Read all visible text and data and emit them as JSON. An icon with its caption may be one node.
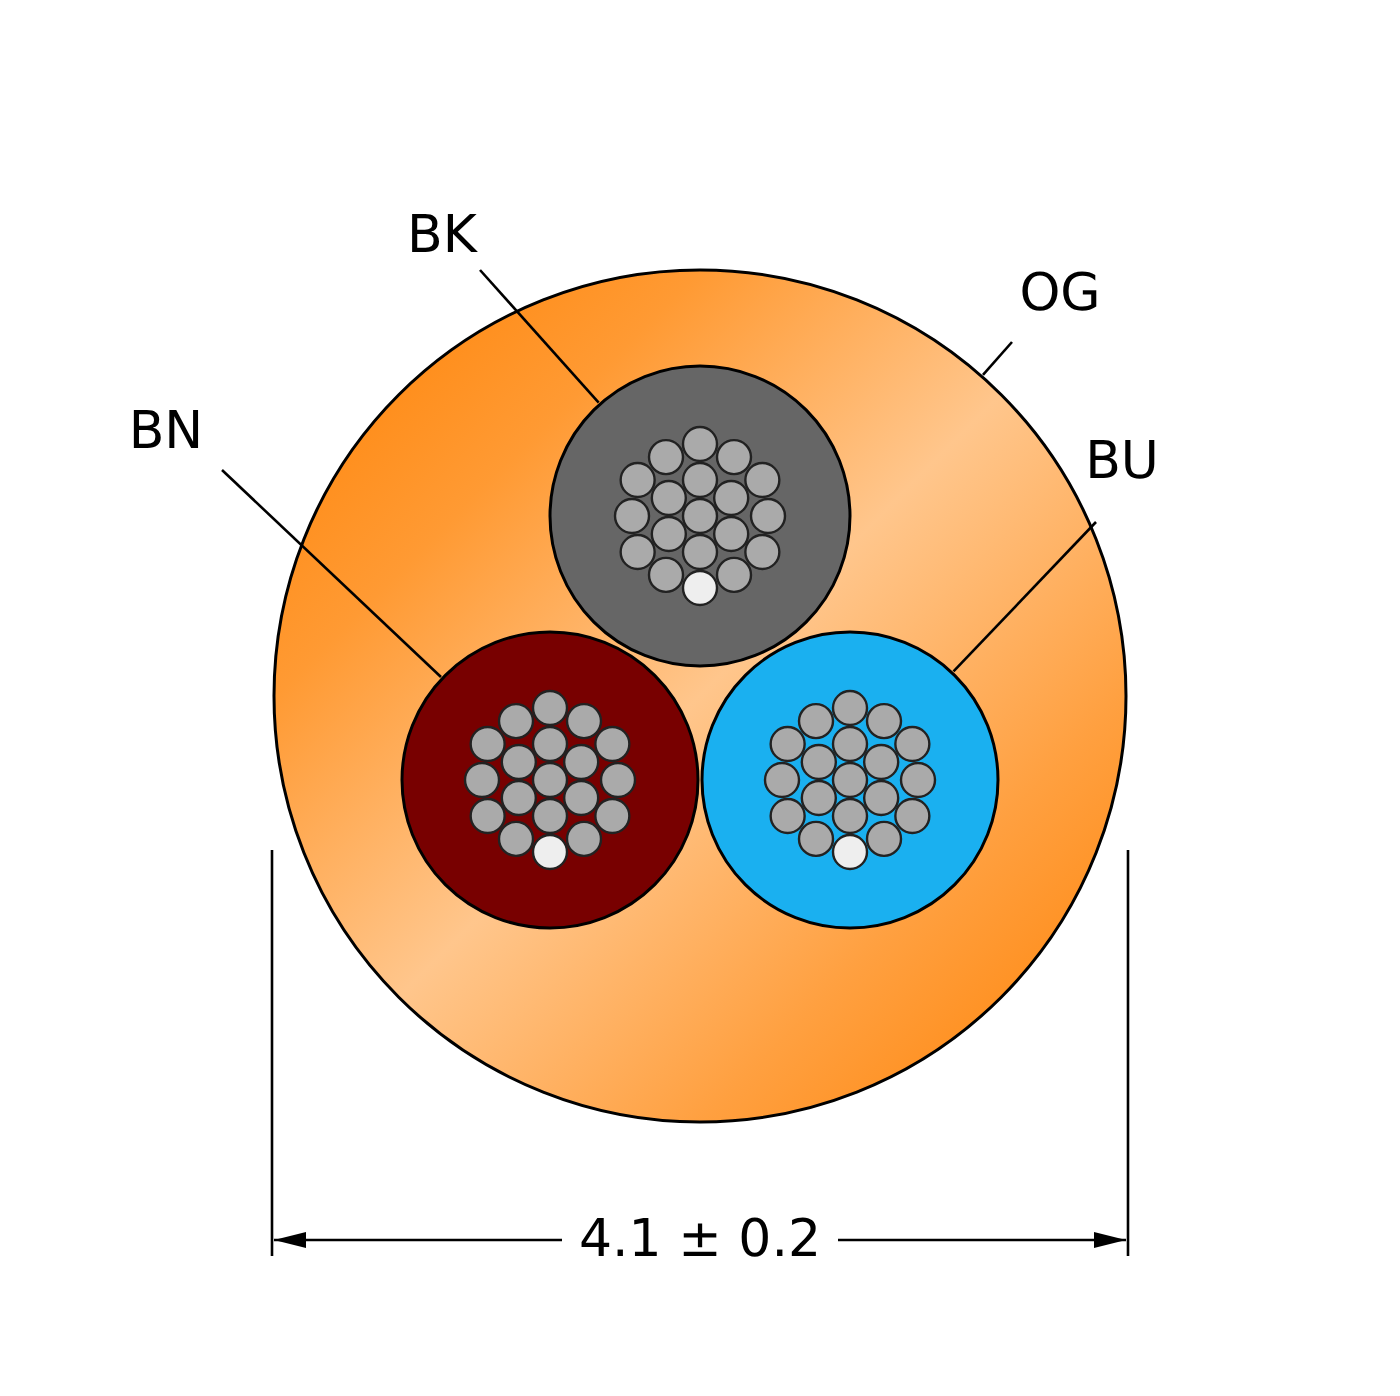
{
  "diagram": {
    "nodes": [
      {
        "text": [
          "BK"
        ]
      },
      {
        "text": [
          "OG"
        ]
      },
      {
        "text": [
          "BN"
        ]
      },
      {
        "text": [
          "BU"
        ]
      },
      {
        "text": [],
        "shape": "circle"
      },
      {
        "text": [],
        "shape": "circle",
        "in": 4
      },
      {
        "text": [],
        "shape": "circle",
        "in": 4
      },
      {
        "text": [],
        "shape": "circle",
        "in": 4
      }
    ],
    "edges": [
      {
        "from": 0,
        "to": 5,
        "arrow": "none"
      },
      {
        "from": 1,
        "to": 4,
        "arrow": "none"
      },
      {
        "from": 2,
        "to": 6,
        "arrow": "none"
      },
      {
        "from": 3,
        "to": 7,
        "arrow": "none"
      }
    ],
    "labels": [
      "4.1 ± 0.2"
    ]
  }
}
